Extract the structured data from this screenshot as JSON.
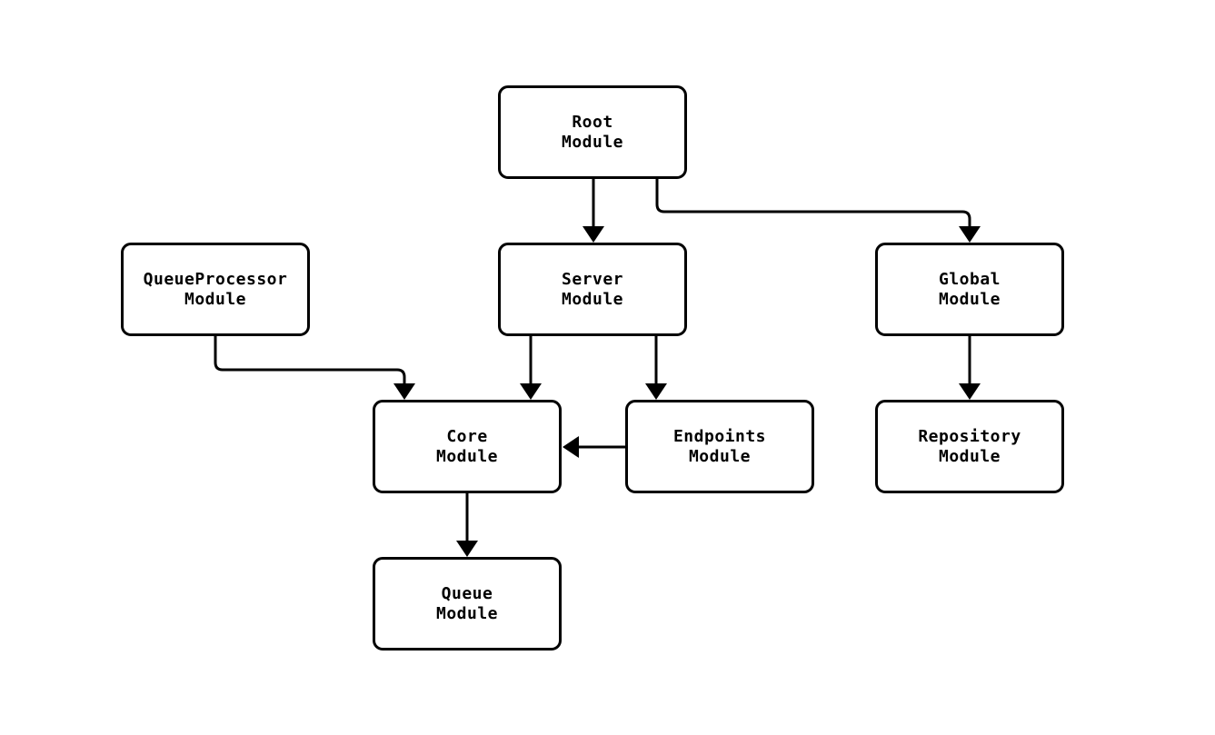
{
  "diagram": {
    "type": "module-dependency-diagram",
    "background_color": "#ffffff",
    "node_fill_color": "#ffffff",
    "node_border_color": "#000000",
    "edge_color": "#000000",
    "nodes": [
      {
        "id": "root",
        "label": "Root\nModule"
      },
      {
        "id": "queueprocessor",
        "label": "QueueProcessor\nModule"
      },
      {
        "id": "server",
        "label": "Server\nModule"
      },
      {
        "id": "global",
        "label": "Global\nModule"
      },
      {
        "id": "core",
        "label": "Core\nModule"
      },
      {
        "id": "endpoints",
        "label": "Endpoints\nModule"
      },
      {
        "id": "repository",
        "label": "Repository\nModule"
      },
      {
        "id": "queue",
        "label": "Queue\nModule"
      }
    ],
    "edges": [
      {
        "from": "root",
        "to": "server"
      },
      {
        "from": "root",
        "to": "global"
      },
      {
        "from": "queueprocessor",
        "to": "core"
      },
      {
        "from": "server",
        "to": "core"
      },
      {
        "from": "server",
        "to": "endpoints"
      },
      {
        "from": "endpoints",
        "to": "core"
      },
      {
        "from": "global",
        "to": "repository"
      },
      {
        "from": "core",
        "to": "queue"
      }
    ]
  }
}
